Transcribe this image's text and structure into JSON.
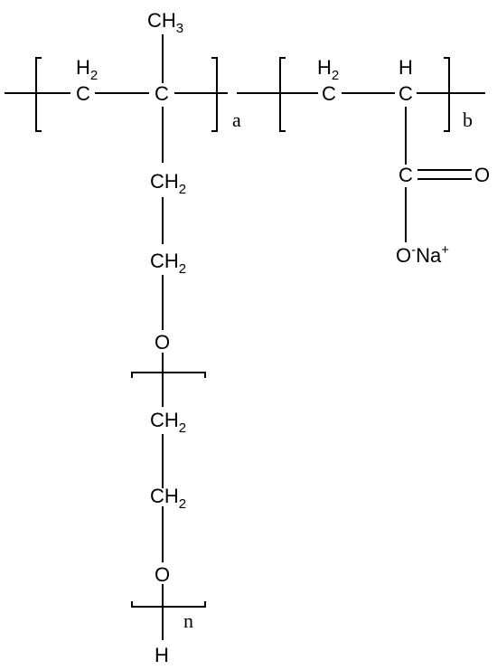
{
  "structure": {
    "backbone_ch2_left": {
      "symbol": "C",
      "hydrogen": "H",
      "count": "2"
    },
    "quaternary_carbon": {
      "symbol": "C"
    },
    "methyl": {
      "text": "CH",
      "count": "3"
    },
    "side_ch2_1": {
      "text": "CH",
      "count": "2"
    },
    "side_ch2_2": {
      "text": "CH",
      "count": "2"
    },
    "ether_oxygen_1": "O",
    "peg_ch2_1": {
      "text": "CH",
      "count": "2"
    },
    "peg_ch2_2": {
      "text": "CH",
      "count": "2"
    },
    "ether_oxygen_2": "O",
    "terminal_h": "H",
    "backbone_ch2_right": {
      "symbol": "C",
      "hydrogen": "H",
      "count": "2"
    },
    "ch_carbon": {
      "symbol": "C",
      "hydrogen": "H"
    },
    "carboxyl_carbon": "C",
    "carbonyl_oxygen": "O",
    "carboxylate": {
      "oxygen": "O",
      "oxygen_charge": "-",
      "cation": "Na",
      "cation_charge": "+"
    },
    "repeat_a": "a",
    "repeat_b": "b",
    "repeat_n": "n"
  }
}
